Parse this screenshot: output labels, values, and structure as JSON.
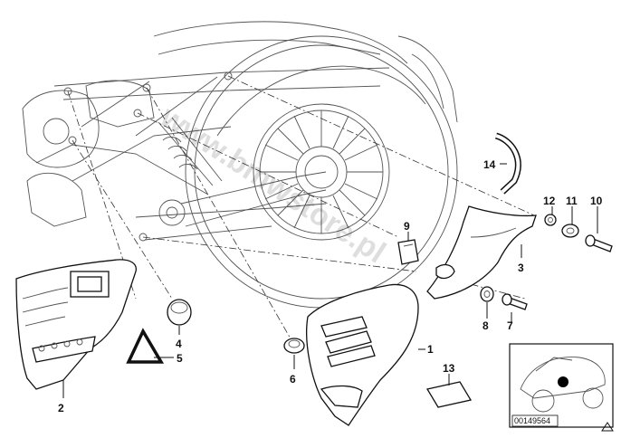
{
  "diagram": {
    "callouts": [
      {
        "id": "c1",
        "text": "1"
      },
      {
        "id": "c2",
        "text": "2"
      },
      {
        "id": "c3",
        "text": "3"
      },
      {
        "id": "c4",
        "text": "4"
      },
      {
        "id": "c5",
        "text": "5"
      },
      {
        "id": "c6",
        "text": "6"
      },
      {
        "id": "c7",
        "text": "7"
      },
      {
        "id": "c8",
        "text": "8"
      },
      {
        "id": "c9",
        "text": "9"
      },
      {
        "id": "c10",
        "text": "10"
      },
      {
        "id": "c11",
        "text": "11"
      },
      {
        "id": "c12",
        "text": "12"
      },
      {
        "id": "c13",
        "text": "13"
      },
      {
        "id": "c14",
        "text": "14"
      }
    ],
    "watermark": "www.bmwstore.pl",
    "thumbnail": {
      "image_id": "00149564"
    },
    "corner_icon": "triangle-icon"
  }
}
